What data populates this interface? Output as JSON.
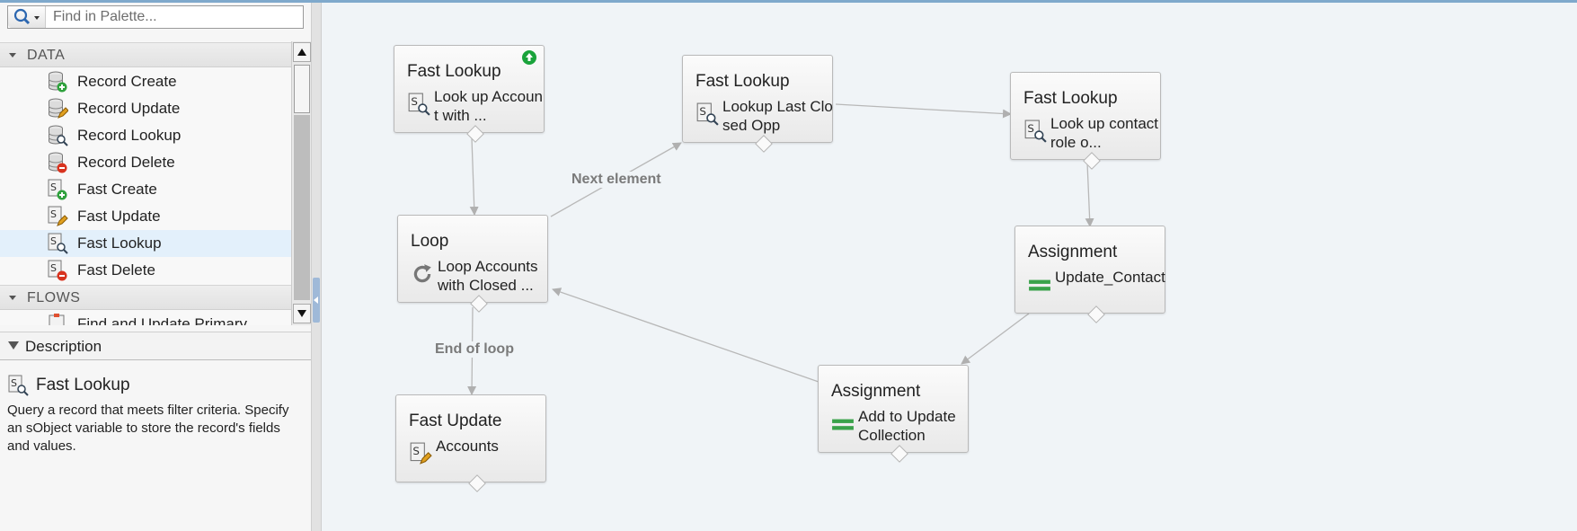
{
  "palette": {
    "search": {
      "placeholder": "Find in Palette..."
    },
    "sections": [
      {
        "name": "DATA",
        "items": [
          "Record Create",
          "Record Update",
          "Record Lookup",
          "Record Delete",
          "Fast Create",
          "Fast Update",
          "Fast Lookup",
          "Fast Delete"
        ]
      },
      {
        "name": "FLOWS",
        "items": [
          "Find and Update Primary..."
        ]
      }
    ],
    "selected_item": "Fast Lookup"
  },
  "description": {
    "header": "Description",
    "title": "Fast Lookup",
    "text": "Query a record that meets filter criteria. Specify an sObject variable to store the record's fields and values."
  },
  "canvas": {
    "nodes": [
      {
        "type": "Fast Lookup",
        "label": "Look up Account with ...",
        "icon": "fast-lookup-icon",
        "start": true
      },
      {
        "type": "Fast Lookup",
        "label": "Lookup Last Closed Opp",
        "icon": "fast-lookup-icon"
      },
      {
        "type": "Fast Lookup",
        "label": "Look up contact role o...",
        "icon": "fast-lookup-icon"
      },
      {
        "type": "Loop",
        "label": "Loop Accounts with Closed ...",
        "icon": "loop-icon"
      },
      {
        "type": "Assignment",
        "label": "Update_Contact",
        "icon": "assignment-icon"
      },
      {
        "type": "Assignment",
        "label": "Add to Update Collection",
        "icon": "assignment-icon"
      },
      {
        "type": "Fast Update",
        "label": "Accounts",
        "icon": "fast-update-icon"
      }
    ],
    "edge_labels": {
      "next_element": "Next element",
      "end_of_loop": "End of loop"
    }
  },
  "colors": {
    "canvas_bg": "#f0f4f7",
    "selected_item_bg": "#e3f0fb",
    "start_badge": "#1aa33b",
    "assignment_icon": "#3aa24a",
    "splitter_grip": "#9fb9d8"
  }
}
